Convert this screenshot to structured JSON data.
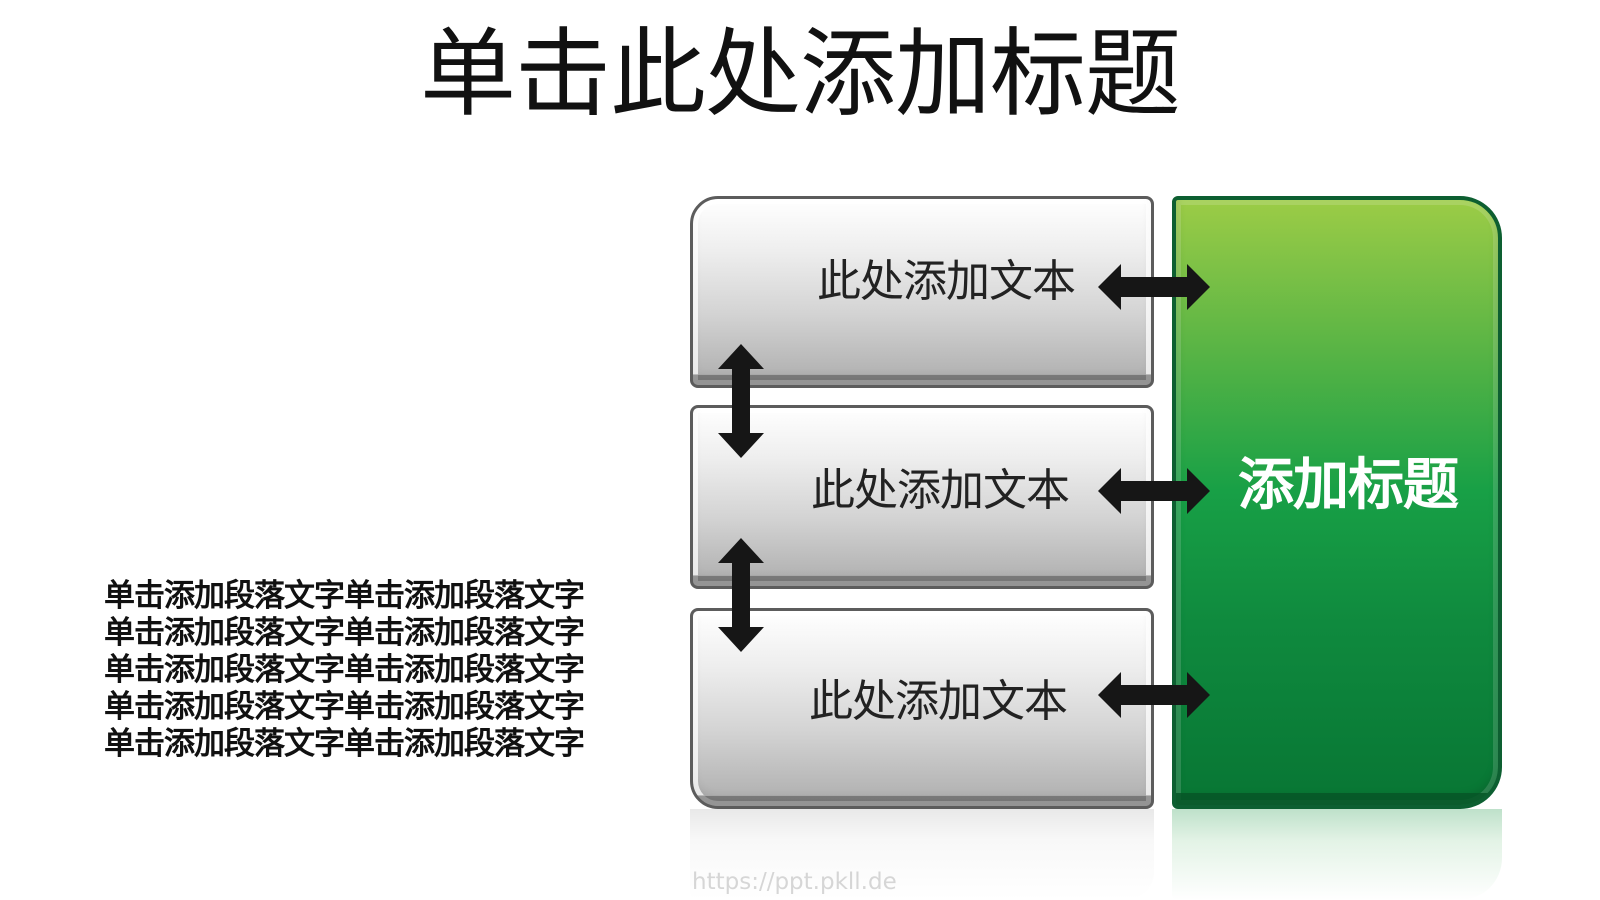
{
  "slide": {
    "title": "单击此处添加标题"
  },
  "paragraph": {
    "lines": [
      "单击添加段落文字单击添加段落文字",
      "单击添加段落文字单击添加段落文字",
      "单击添加段落文字单击添加段落文字",
      "单击添加段落文字单击添加段落文字",
      "单击添加段落文字单击添加段落文字"
    ]
  },
  "diagram": {
    "boxes": [
      {
        "label": "此处添加文本"
      },
      {
        "label": "此处添加文本"
      },
      {
        "label": "此处添加文本"
      }
    ],
    "side_title": "添加标题",
    "connector_icons": {
      "horizontal": "double-arrow-horizontal-icon",
      "vertical": "double-arrow-vertical-icon"
    },
    "colors": {
      "arrow": "#161616",
      "green_top": "#9ccc46",
      "green_bottom": "#087634",
      "gray_border": "#5c5c5c"
    }
  },
  "watermark": "https://ppt.pkll.de"
}
